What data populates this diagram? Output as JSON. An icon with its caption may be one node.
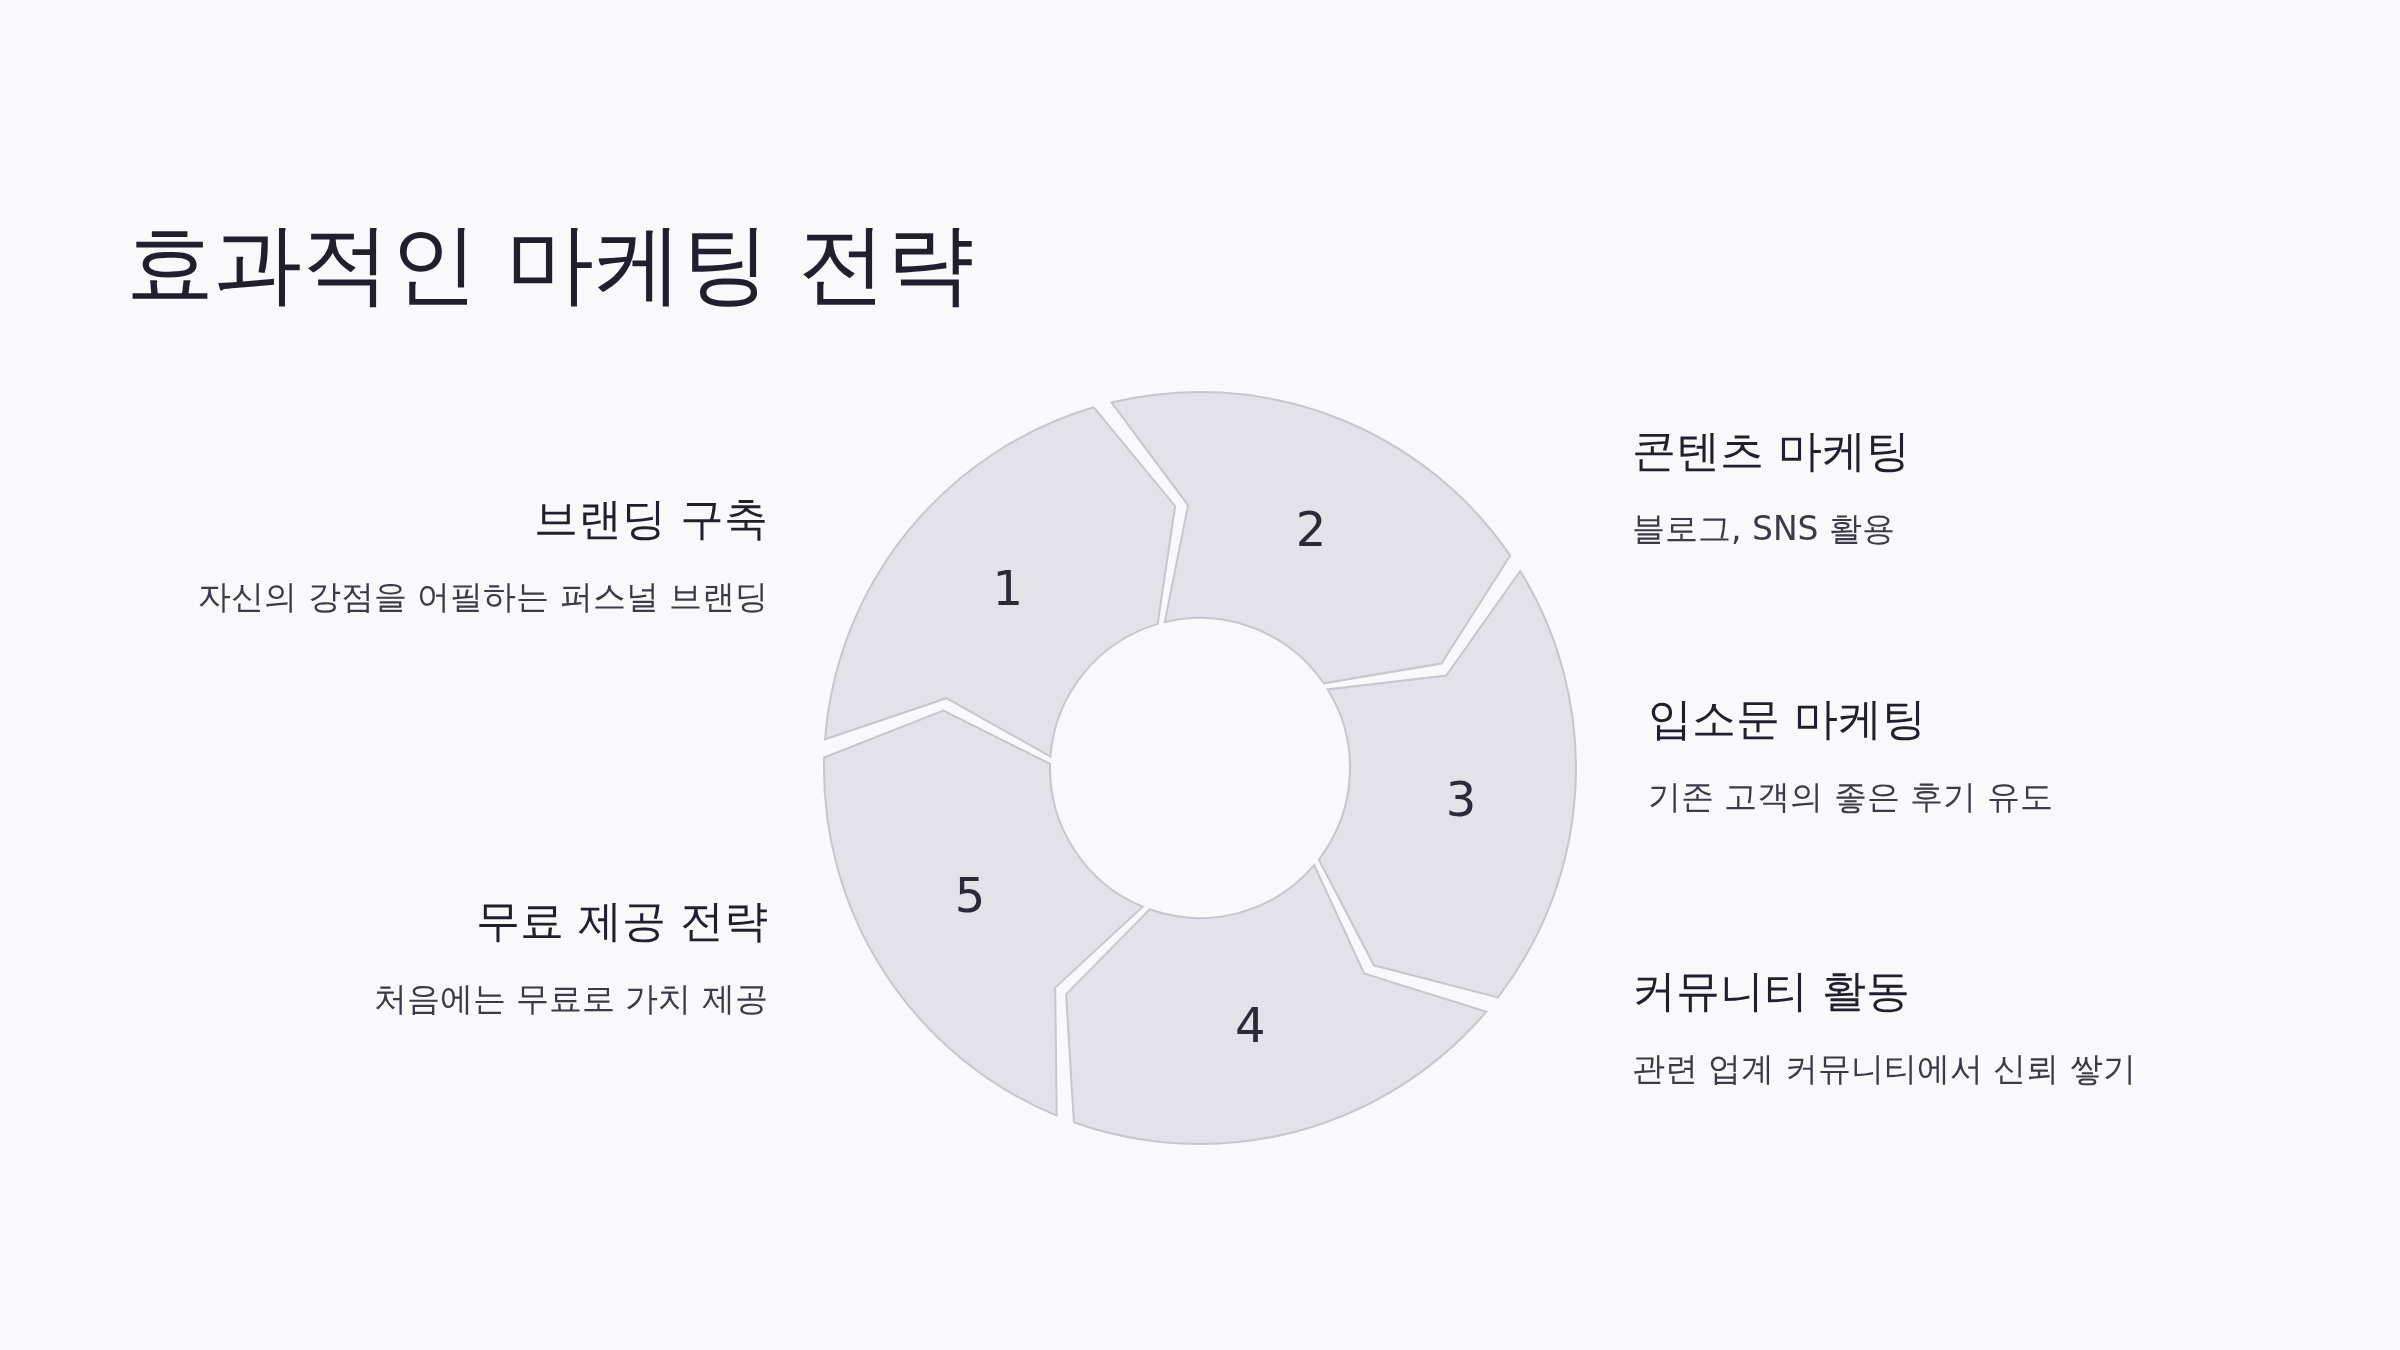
{
  "diagram": {
    "title": "효과적인 마케팅 전략",
    "nodes": [
      {
        "text": [
          "1"
        ],
        "beside": [
          "브랜딩 구축",
          "자신의 강점을 어필하는 퍼스널 브랜딩"
        ]
      },
      {
        "text": [
          "2"
        ],
        "beside": [
          "콘텐츠 마케팅",
          "블로그, SNS 활용"
        ]
      },
      {
        "text": [
          "3"
        ],
        "beside": [
          "입소문 마케팅",
          "기존 고객의 좋은 후기 유도"
        ]
      },
      {
        "text": [
          "4"
        ],
        "beside": [
          "커뮤니티 활동",
          "관련 업계 커뮤니티에서 신뢰 쌓기"
        ]
      },
      {
        "text": [
          "5"
        ],
        "beside": [
          "무료 제공 전략",
          "처음에는 무료로 가치 제공"
        ]
      }
    ]
  }
}
